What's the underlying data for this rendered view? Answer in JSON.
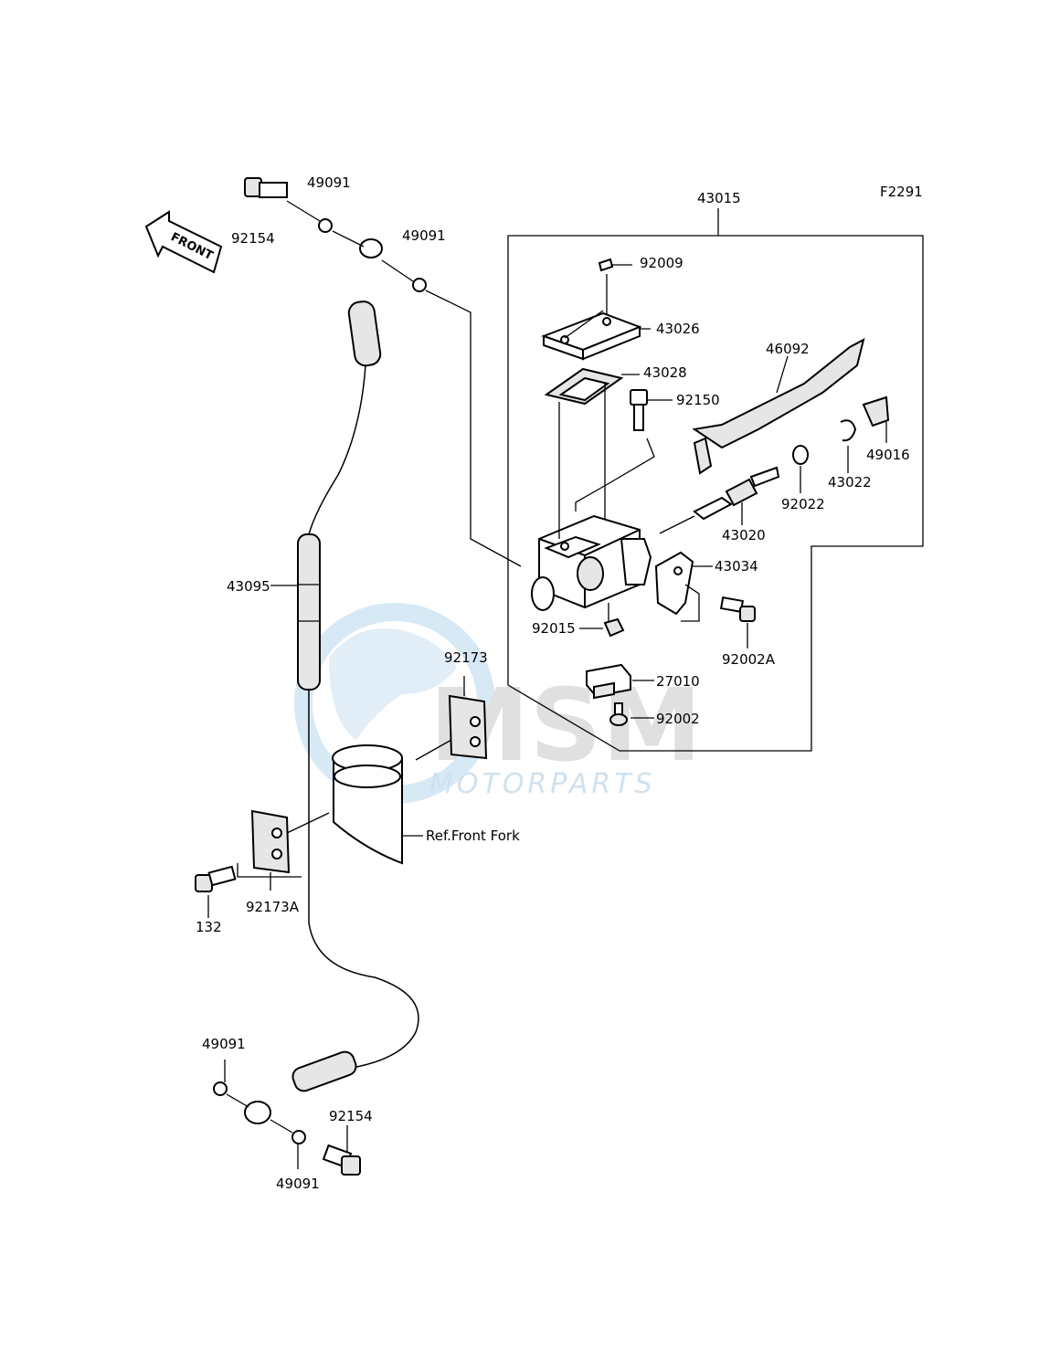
{
  "diagram": {
    "code": "F2291",
    "front_label": "FRONT",
    "reference_note": "Ref.Front Fork",
    "watermark": {
      "main": "MSM",
      "sub": "MOTORPARTS"
    },
    "parts": {
      "p43015": "43015",
      "p92009": "92009",
      "p43026": "43026",
      "p43028": "43028",
      "p92150": "92150",
      "p46092": "46092",
      "p49016": "49016",
      "p43022": "43022",
      "p92022": "92022",
      "p43020": "43020",
      "p43034": "43034",
      "p92002A": "92002A",
      "p92015": "92015",
      "p27010": "27010",
      "p92002": "92002",
      "p92173": "92173",
      "p92173A": "92173A",
      "p132": "132",
      "p43095": "43095",
      "p92154_top": "92154",
      "p49091_a": "49091",
      "p49091_b": "49091",
      "p49091_c": "49091",
      "p49091_d": "49091",
      "p92154_bottom": "92154"
    }
  }
}
